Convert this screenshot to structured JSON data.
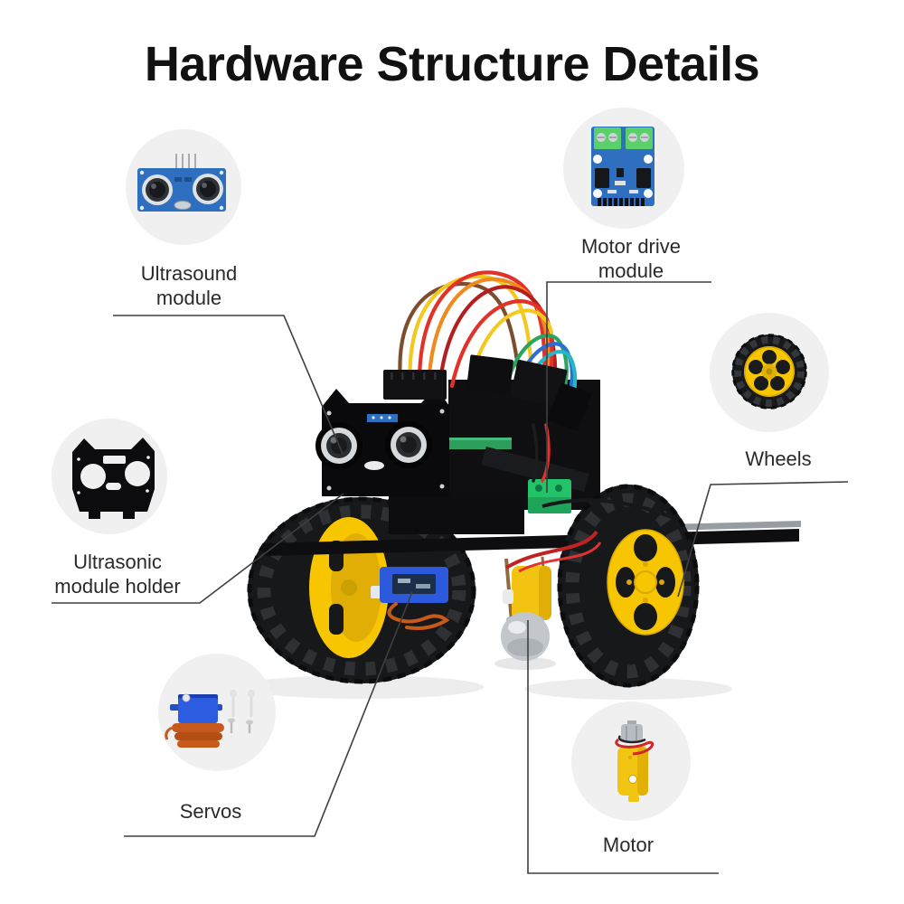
{
  "title": "Hardware Structure Details",
  "callouts": {
    "ultrasound_module": {
      "label": "Ultrasound module",
      "icon": "ultrasonic-sensor-photo"
    },
    "motor_drive_module": {
      "label": "Motor drive module",
      "icon": "motor-driver-board-photo"
    },
    "wheels": {
      "label": "Wheels",
      "icon": "wheel-photo"
    },
    "ultrasonic_module_holder": {
      "label": "Ultrasonic module holder",
      "icon": "cat-shaped-holder-photo"
    },
    "servos": {
      "label": "Servos",
      "icon": "micro-servo-photo"
    },
    "motor": {
      "label": "Motor",
      "icon": "tt-gear-motor-photo"
    }
  },
  "center_illustration": "two-wheel-smart-robot-car-photo",
  "colors": {
    "background": "#ffffff",
    "label_text": "#2a2a2a",
    "title_text": "#111111",
    "leader_line": "#3f3f3f",
    "thumb_circle_bg": "#f0f0f1",
    "pcb_blue": "#2e6fc0",
    "terminal_green": "#23c36a",
    "wheel_yellow": "#f7c600",
    "tire_black": "#17181a",
    "servo_blue": "#2d59dd",
    "wire_orange": "#c65a1c",
    "motor_yellow": "#f2c411"
  }
}
